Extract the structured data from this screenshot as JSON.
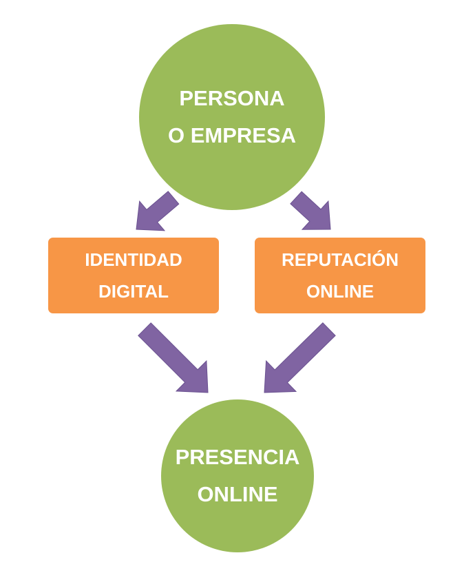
{
  "colors": {
    "green": "#9BBB59",
    "orange": "#F79646",
    "purple": "#8064A2"
  },
  "nodes": {
    "top": {
      "line1": "PERSONA",
      "line2": "O EMPRESA"
    },
    "left": {
      "line1": "IDENTIDAD",
      "line2": "DIGITAL"
    },
    "right": {
      "line1": "REPUTACIÓN",
      "line2": "ONLINE"
    },
    "bottom": {
      "line1": "PRESENCIA",
      "line2": "ONLINE"
    }
  }
}
